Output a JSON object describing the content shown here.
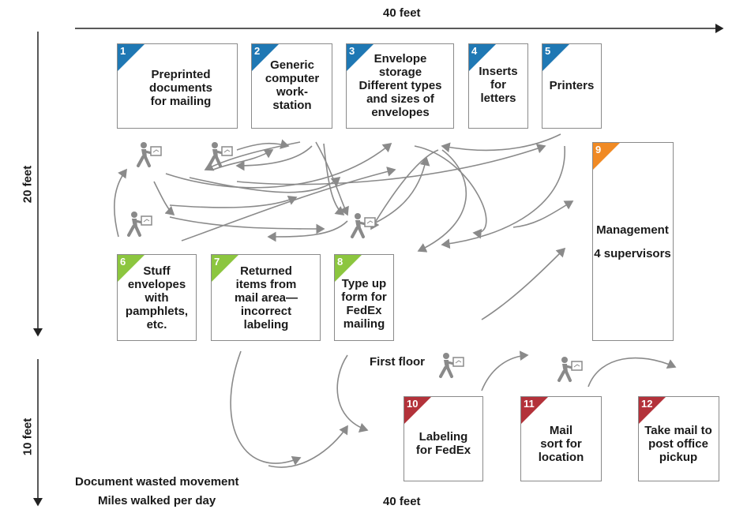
{
  "dimensions": {
    "top_width": "40 feet",
    "bottom_width": "40 feet",
    "upper_height": "20 feet",
    "lower_height": "10 feet"
  },
  "stations": [
    {
      "number": "1",
      "label": "Preprinted\ndocuments\nfor mailing",
      "color": "#1f78b4"
    },
    {
      "number": "2",
      "label": "Generic\ncomputer\nwork-\nstation",
      "color": "#1f78b4"
    },
    {
      "number": "3",
      "label": "Envelope\nstorage\nDifferent types\nand sizes of\nenvelopes",
      "color": "#1f78b4"
    },
    {
      "number": "4",
      "label": "Inserts\nfor\nletters",
      "color": "#1f78b4"
    },
    {
      "number": "5",
      "label": "Printers",
      "color": "#1f78b4"
    },
    {
      "number": "6",
      "label": "Stuff\nenvelopes\nwith\npamphlets,\netc.",
      "color": "#8cc63f"
    },
    {
      "number": "7",
      "label": "Returned\nitems from\nmail area—\nincorrect\nlabeling",
      "color": "#8cc63f"
    },
    {
      "number": "8",
      "label": "Type up\nform for\nFedEx\nmailing",
      "color": "#8cc63f"
    },
    {
      "number": "9",
      "label": "Management",
      "sublabel": "4 supervisors",
      "color": "#f08a24"
    },
    {
      "number": "10",
      "label": "Labeling\nfor FedEx",
      "color": "#b3323a"
    },
    {
      "number": "11",
      "label": "Mail\nsort for\nlocation",
      "color": "#b3323a"
    },
    {
      "number": "12",
      "label": "Take mail to\npost office\npickup",
      "color": "#b3323a"
    }
  ],
  "floor_label": "First floor",
  "footer": {
    "line1": "Document wasted movement",
    "line2": "Miles walked per day"
  },
  "icons": {
    "worker": "walking-worker-icon"
  },
  "colors": {
    "blue": "#1f78b4",
    "green": "#8cc63f",
    "orange": "#f08a24",
    "red": "#b3323a",
    "line": "#8a8a8a"
  }
}
